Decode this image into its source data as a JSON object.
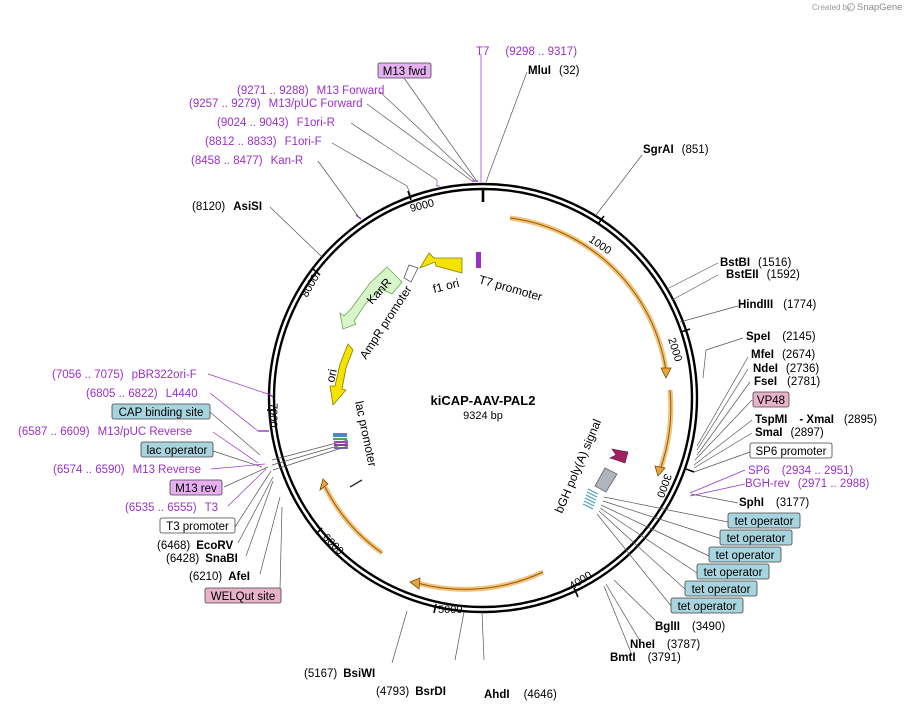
{
  "header": {
    "credit": "Created by",
    "brand": "SnapGene"
  },
  "plasmid": {
    "name": "kiCAP-AAV-PAL2",
    "size": "9324 bp"
  },
  "colors": {
    "backbone": "#000000",
    "primer": "#9b30c8",
    "orange_feature": "#e8a53a",
    "yellow_feature": "#f4e200",
    "green_feature": "#8bcf5f",
    "tet_operator_box": "#a7d4de",
    "vp48_box": "#e8b3c8",
    "primer_box": "#e4b0f0"
  },
  "ticks": [
    {
      "label": "1000"
    },
    {
      "label": "2000"
    },
    {
      "label": "3000"
    },
    {
      "label": "4000"
    },
    {
      "label": "5000"
    },
    {
      "label": "6000"
    },
    {
      "label": "7000"
    },
    {
      "label": "8000"
    },
    {
      "label": "9000"
    }
  ],
  "enzymes": [
    {
      "name": "MluI",
      "pos": "(32)"
    },
    {
      "name": "SgrAI",
      "pos": "(851)"
    },
    {
      "name": "BstBI",
      "pos": "(1516)"
    },
    {
      "name": "BstEII",
      "pos": "(1592)"
    },
    {
      "name": "HindIII",
      "pos": "(1774)"
    },
    {
      "name": "SpeI",
      "pos": "(2145)"
    },
    {
      "name": "MfeI",
      "pos": "(2674)"
    },
    {
      "name": "NdeI",
      "pos": "(2736)"
    },
    {
      "name": "FseI",
      "pos": "(2781)"
    },
    {
      "name": "TspMI",
      "sep": "- XmaI",
      "pos": "(2895)"
    },
    {
      "name": "SmaI",
      "pos": "(2897)"
    },
    {
      "name": "SphI",
      "pos": "(3177)"
    },
    {
      "name": "BglII",
      "pos": "(3490)"
    },
    {
      "name": "NheI",
      "pos": "(3787)"
    },
    {
      "name": "BmtI",
      "pos": "(3791)"
    },
    {
      "name": "AhdI",
      "pos": "(4646)"
    },
    {
      "name": "BsrDI",
      "pos": "(4793)"
    },
    {
      "name": "BsiWI",
      "pos": "(5167)"
    },
    {
      "name": "AfeI",
      "pos": "(6210)"
    },
    {
      "name": "SnaBI",
      "pos": "(6428)"
    },
    {
      "name": "EcoRV",
      "pos": "(6468)"
    },
    {
      "name": "AsiSI",
      "pos": "(8120)"
    }
  ],
  "primers": [
    {
      "name": "T7",
      "range": "(9298 .. 9317)"
    },
    {
      "name": "M13 Forward",
      "range": "(9271 .. 9288)"
    },
    {
      "name": "M13/pUC Forward",
      "range": "(9257 .. 9279)"
    },
    {
      "name": "F1ori-R",
      "range": "(9024 .. 9043)"
    },
    {
      "name": "F1ori-F",
      "range": "(8812 .. 8833)"
    },
    {
      "name": "Kan-R",
      "range": "(8458 .. 8477)"
    },
    {
      "name": "pBR322ori-F",
      "range": "(7056 .. 7075)"
    },
    {
      "name": "L4440",
      "range": "(6805 .. 6822)"
    },
    {
      "name": "M13/pUC Reverse",
      "range": "(6587 .. 6609)"
    },
    {
      "name": "M13 Reverse",
      "range": "(6574 .. 6590)"
    },
    {
      "name": "T3",
      "range": "(6535 .. 6555)"
    },
    {
      "name": "SP6",
      "range": "(2934 .. 2951)"
    },
    {
      "name": "BGH-rev",
      "range": "(2971 .. 2988)"
    }
  ],
  "boxes": {
    "m13_fwd": "M13 fwd",
    "cap_binding_site": "CAP binding site",
    "lac_operator": "lac operator",
    "m13_rev": "M13 rev",
    "t3_promoter": "T3 promoter",
    "welqut_site": "WELQut site",
    "vp48": "VP48",
    "sp6_promoter": "SP6 promoter",
    "tet_operators": [
      "tet operator",
      "tet operator",
      "tet operator",
      "tet operator",
      "tet operator",
      "tet operator"
    ]
  },
  "features": {
    "t7_promoter": "T7 promoter",
    "f1_ori": "f1 ori",
    "kanr": "KanR",
    "ampr_promoter": "AmpR promoter",
    "ori": "ori",
    "lac_promoter": "lac promoter",
    "bgh_polya": "bGH poly(A) signal"
  }
}
